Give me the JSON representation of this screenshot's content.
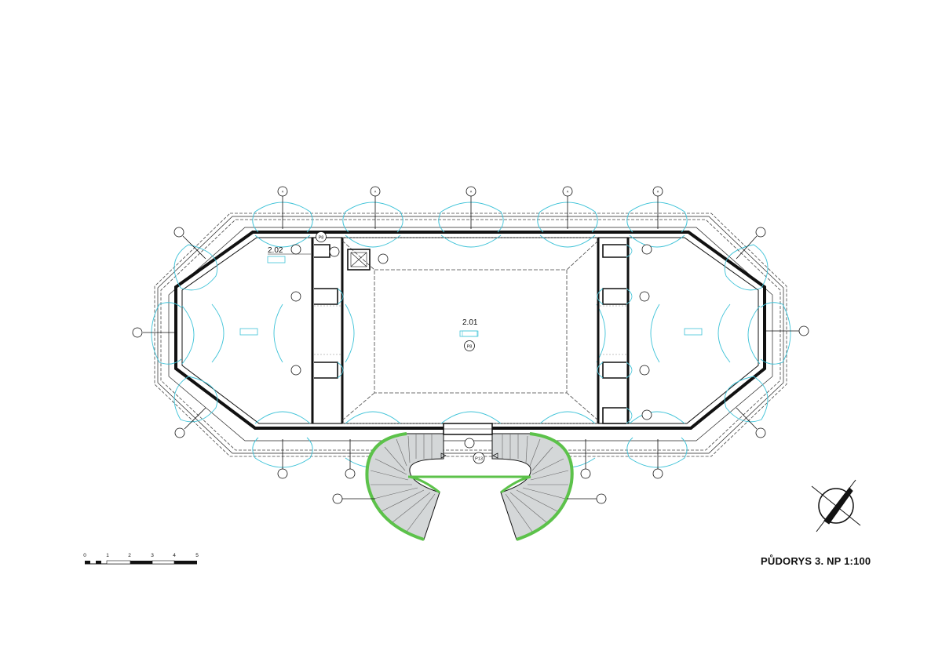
{
  "drawing": {
    "title": "PŮDORYS 3. NP  1:100"
  },
  "rooms": [
    {
      "id": "room-201",
      "number": "2.01",
      "floor_tag": "P8"
    },
    {
      "id": "room-202",
      "number": "2.02",
      "floor_tag": "P8"
    }
  ],
  "stair_tag": "P13",
  "scale_bar": {
    "labels": [
      "0",
      "1",
      "2",
      "3",
      "4",
      "5"
    ]
  },
  "colors": {
    "line": "#111111",
    "hatch": "#555555",
    "window_cyan": "#3fc3d8",
    "stair_green": "#5cc24a",
    "stair_fill": "#d4d7d8"
  }
}
